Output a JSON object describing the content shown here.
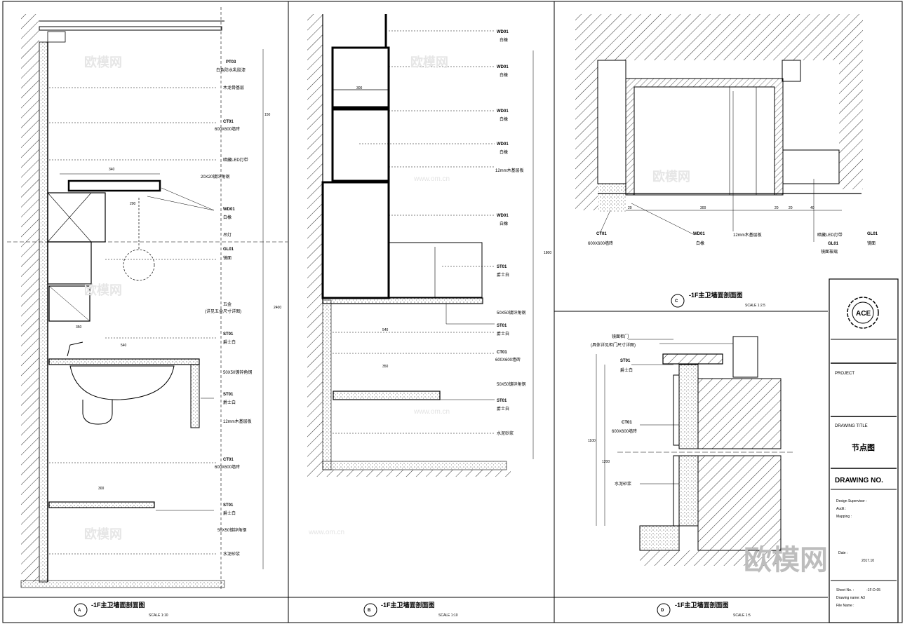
{
  "drawings": {
    "a": {
      "title": "-1F主卫墙面剖面图",
      "scale": "SCALE 1:10",
      "marker": "A"
    },
    "b": {
      "title": "-1F主卫墙面剖面图",
      "scale": "SCALE 1:10",
      "marker": "B"
    },
    "c": {
      "title": "-1F主卫墙面剖面图",
      "scale": "SCALE 1:2.5",
      "marker": "C"
    },
    "d": {
      "title": "-1F主卫墙面剖面图",
      "scale": "SCALE 1:5",
      "marker": "D"
    }
  },
  "title_block": {
    "logo": "ACE",
    "project_label": "PROJECT",
    "drawing_title_label": "DRAWING TITLE",
    "drawing_title": "节点图",
    "drawing_no_label": "DRAWING NO.",
    "design_label": "Design Supervisor :",
    "audit_label": "Audit :",
    "mapping_label": "Mapping :",
    "date_label": "Date :",
    "date_value": "2017.10",
    "sheet_label": "Sheet No. :",
    "sheet_value": "-1F-D-05",
    "drawing_label": "Drawing name: A3",
    "file_label": "File Name :"
  },
  "watermark": {
    "brand": "欧模网",
    "url": "www.om.cn",
    "corner": "欧模网"
  },
  "callouts_a": [
    {
      "code": "PT03",
      "text": "白色防水乳胶漆"
    },
    {
      "code": "",
      "text": "木龙骨基层"
    },
    {
      "code": "CT01",
      "text": "600X600墙砖"
    },
    {
      "code": "",
      "text": "暗藏LED灯带"
    },
    {
      "code": "",
      "text": "20X20镀锌角钢"
    },
    {
      "code": "WD01",
      "text": "白橡"
    },
    {
      "code": "",
      "text": "吊灯"
    },
    {
      "code": "GL01",
      "text": "镜面"
    },
    {
      "code": "",
      "text": "五金"
    },
    {
      "code": "",
      "text": "(详见五金尺寸详图)"
    },
    {
      "code": "ST01",
      "text": "爵士白"
    },
    {
      "code": "",
      "text": "50X50镀锌角钢"
    },
    {
      "code": "ST01",
      "text": "爵士白"
    },
    {
      "code": "",
      "text": "12mm木基层板"
    },
    {
      "code": "CT01",
      "text": "600X600墙砖"
    },
    {
      "code": "ST01",
      "text": "爵士白"
    },
    {
      "code": "",
      "text": "50X50镀锌角钢"
    },
    {
      "code": "",
      "text": "水泥砂浆"
    }
  ],
  "callouts_b": [
    {
      "code": "WD01",
      "text": "白橡"
    },
    {
      "code": "WD01",
      "text": "白橡"
    },
    {
      "code": "WD01",
      "text": "白橡"
    },
    {
      "code": "WD01",
      "text": "白橡"
    },
    {
      "code": "",
      "text": "12mm木基层板"
    },
    {
      "code": "WD01",
      "text": "白橡"
    },
    {
      "code": "ST01",
      "text": "爵士白"
    },
    {
      "code": "",
      "text": "50X50镀锌角钢"
    },
    {
      "code": "ST01",
      "text": "爵士白"
    },
    {
      "code": "CT01",
      "text": "600X600墙砖"
    },
    {
      "code": "",
      "text": "50X50镀锌角钢"
    },
    {
      "code": "ST01",
      "text": "爵士白"
    },
    {
      "code": "",
      "text": "水泥砂浆"
    }
  ],
  "callouts_c": [
    {
      "code": "CT01",
      "text": "600X600墙砖"
    },
    {
      "code": "WD01",
      "text": "白橡"
    },
    {
      "code": "",
      "text": "12mm木基层板"
    },
    {
      "code": "",
      "text": "暗藏LED灯带"
    },
    {
      "code": "GL01",
      "text": "镜面"
    },
    {
      "code": "GL01",
      "text": "镜面玻璃"
    }
  ],
  "callouts_d": [
    {
      "code": "",
      "text": "镜面柜门"
    },
    {
      "code": "",
      "text": "(具体详见柜门尺寸详图)"
    },
    {
      "code": "ST01",
      "text": "爵士白"
    },
    {
      "code": "CT01",
      "text": "600X600墙砖"
    },
    {
      "code": "",
      "text": "水泥砂浆"
    }
  ],
  "dims": {
    "a": [
      "340",
      "200",
      "540",
      "300",
      "350",
      "150",
      "2400"
    ],
    "b": [
      "300",
      "540",
      "350",
      "1800"
    ],
    "c": [
      "300",
      "20",
      "20",
      "20",
      "40"
    ],
    "d": [
      "1100",
      "1200"
    ]
  }
}
